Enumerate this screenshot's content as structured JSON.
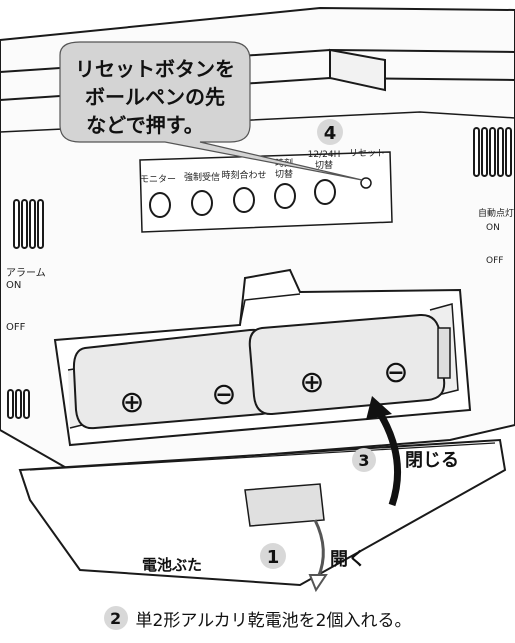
{
  "callout": {
    "lines": [
      "リセットボタンを",
      "ボールペンの先",
      "などで押す。"
    ]
  },
  "step_numbers": {
    "s1": "1",
    "s2": "2",
    "s3": "3",
    "s4": "4"
  },
  "button_labels": [
    "モニター",
    "強制受信",
    "時刻合わせ",
    "時刻切替",
    "12/24H切替",
    "リセット"
  ],
  "button_label_text": {
    "monitor": "モニター",
    "force": "強制受信",
    "time_set": "時刻合わせ",
    "time_sw_a": "時刻",
    "time_sw_b": "切替",
    "h1224_a": "12/24H",
    "h1224_b": "切替",
    "reset": "リセット"
  },
  "side_labels": {
    "alarm": "アラーム",
    "alarm_on": "ON",
    "alarm_off": "OFF",
    "auto_light": "自動点灯",
    "auto_on": "ON",
    "auto_off": "OFF"
  },
  "battery_symbols": [
    "⊕",
    "⊖",
    "⊕",
    "⊖"
  ],
  "actions": {
    "close": "閉じる",
    "open": "開く",
    "cover": "電池ぶた"
  },
  "caption": "単2形アルカリ乾電池を2個入れる。",
  "colors": {
    "line": "#1a1a1a",
    "callout": "#d4d4d4",
    "badge": "#d8d8d8",
    "battery": "#eaeaea"
  }
}
